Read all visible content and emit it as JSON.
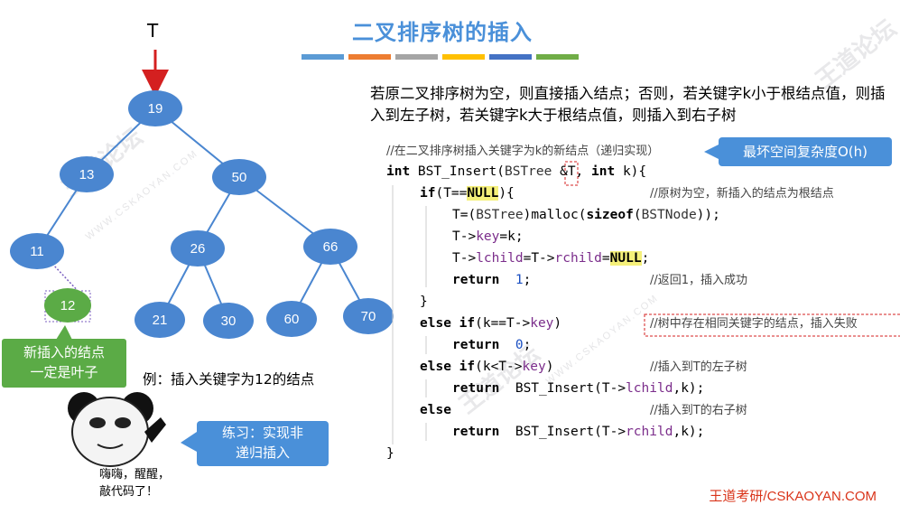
{
  "title": "二叉排序树的插入",
  "title_bar_colors": [
    "#5b9bd5",
    "#ed7d31",
    "#a5a5a5",
    "#ffc000",
    "#4472c4",
    "#70ad47"
  ],
  "tree": {
    "root_pointer_label": "T",
    "nodes": [
      "19",
      "13",
      "50",
      "11",
      "26",
      "66",
      "12",
      "21",
      "30",
      "60",
      "70"
    ],
    "node_color": "#4a86d0",
    "new_node_color": "#5bab46"
  },
  "description": "若原二叉排序树为空，则直接插入结点；否则，若关键字k小于根结点值，则插入到左子树，若关键字k大于根结点值，则插入到右子树",
  "code": {
    "comment_header": "//在二叉排序树插入关键字为k的新结点（递归实现）",
    "lines": [
      "int BST_Insert(BSTree &T, int k){",
      "if(T==NULL){",
      "//原树为空，新插入的结点为根结点",
      "T=(BSTree)malloc(sizeof(BSTNode));",
      "T->key=k;",
      "T->lchild=T->rchild=NULL;",
      "return  1;",
      "//返回1，插入成功",
      "}",
      "else if(k==T->key)",
      "//树中存在相同关键字的结点，插入失败",
      "return  0;",
      "else if(k<T->key)",
      "//插入到T的左子树",
      "return  BST_Insert(T->lchild,k);",
      "else",
      "//插入到T的右子树",
      "return  BST_Insert(T->rchild,k);",
      "}"
    ]
  },
  "callouts": {
    "complexity": "最坏空间复杂度O(h)",
    "leaf_line1": "新插入的结点",
    "leaf_line2": "一定是叶子",
    "practice_line1": "练习：实现非",
    "practice_line2": "递归插入"
  },
  "example_text": "例：插入关键字为12的结点",
  "meme_caption_line1": "嗨嗨，醒醒，",
  "meme_caption_line2": "敲代码了！",
  "footer": "王道考研/CSKAOYAN.COM",
  "watermark_text": "王道论坛",
  "watermark_url": "WWW.CSKAOYAN.COM"
}
